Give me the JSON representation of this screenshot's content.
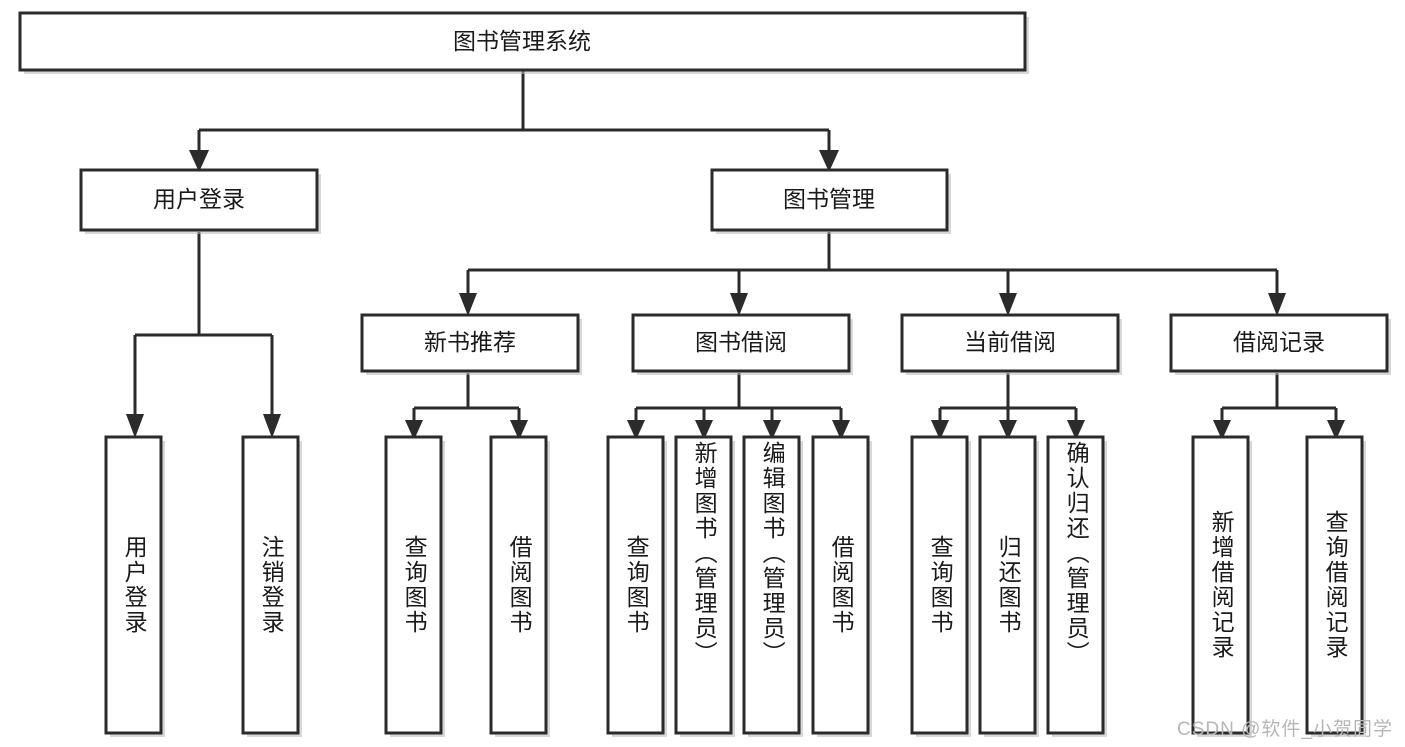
{
  "diagram": {
    "title": "图书管理系统",
    "type": "tree-hierarchy-diagram",
    "watermark": "CSDN @软件_小贺同学",
    "colors": {
      "box_stroke": "#2b2b2b",
      "box_fill": "#ffffff",
      "connector": "#2b2b2b",
      "text": "#1a1a1a",
      "background": "#ffffff",
      "watermark": "#b6b6b6"
    },
    "root": {
      "label": "图书管理系统"
    },
    "level1": [
      {
        "id": "user-login",
        "label": "用户登录"
      },
      {
        "id": "book-management",
        "label": "图书管理"
      }
    ],
    "level2": [
      {
        "id": "new-book-recommend",
        "label": "新书推荐"
      },
      {
        "id": "book-borrow",
        "label": "图书借阅"
      },
      {
        "id": "current-borrow",
        "label": "当前借阅"
      },
      {
        "id": "borrow-record",
        "label": "借阅记录"
      }
    ],
    "leaves": {
      "user-login": [
        {
          "id": "leaf-user-login",
          "label": "用户登录"
        },
        {
          "id": "leaf-logout-login",
          "label": "注销登录"
        }
      ],
      "new-book-recommend": [
        {
          "id": "leaf-query-book-1",
          "label": "查询图书"
        },
        {
          "id": "leaf-borrow-book-1",
          "label": "借阅图书"
        }
      ],
      "book-borrow": [
        {
          "id": "leaf-query-book-2",
          "label": "查询图书"
        },
        {
          "id": "leaf-add-book-admin",
          "label": "新增图书（管理员）"
        },
        {
          "id": "leaf-edit-book-admin",
          "label": "编辑图书（管理员）"
        },
        {
          "id": "leaf-borrow-book-2",
          "label": "借阅图书"
        }
      ],
      "current-borrow": [
        {
          "id": "leaf-query-book-3",
          "label": "查询图书"
        },
        {
          "id": "leaf-return-book",
          "label": "归还图书"
        },
        {
          "id": "leaf-confirm-return-admin",
          "label": "确认归还（管理员）"
        }
      ],
      "borrow-record": [
        {
          "id": "leaf-add-borrow-record",
          "label": "新增借阅记录"
        },
        {
          "id": "leaf-query-borrow-record",
          "label": "查询借阅记录"
        }
      ]
    }
  }
}
